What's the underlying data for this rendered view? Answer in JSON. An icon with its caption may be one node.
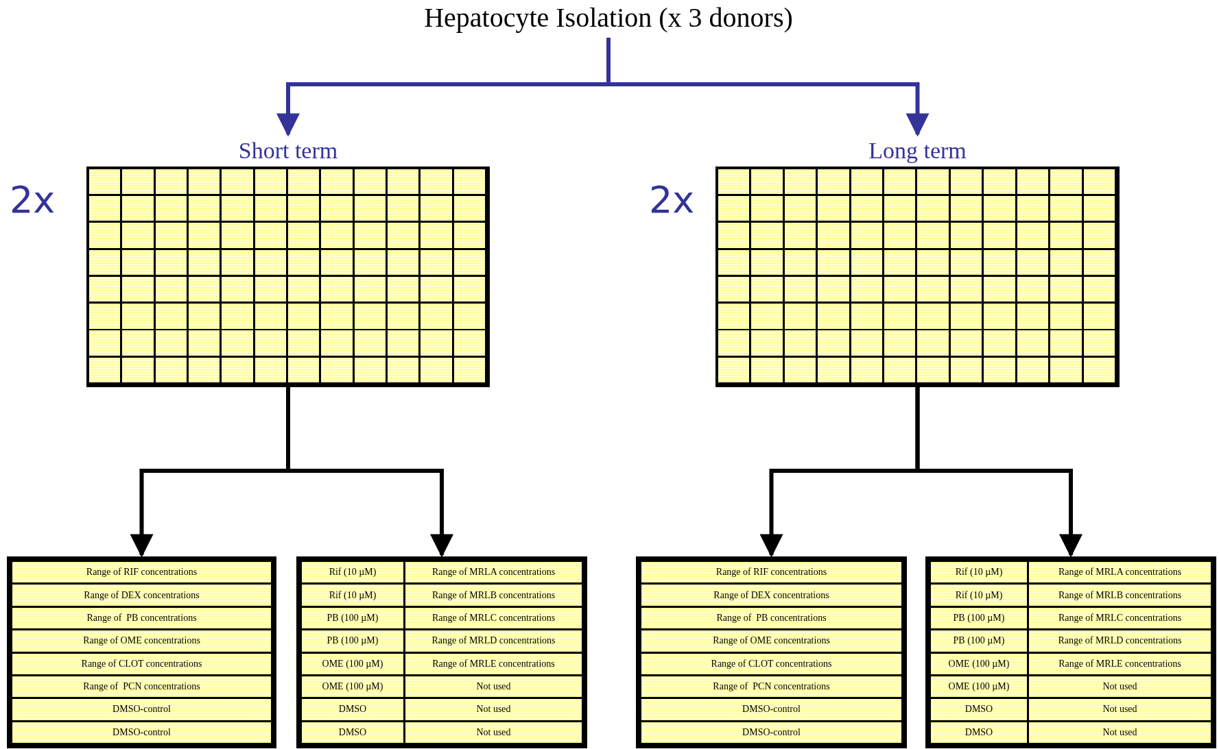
{
  "diagram": {
    "nodes": [
      {
        "text": [
          "Hepatocyte Isolation (x 3 donors)"
        ]
      },
      {
        "text": [
          "Short term"
        ],
        "beside": [
          "2x"
        ]
      },
      {
        "text": [
          "Long term"
        ],
        "beside": [
          "2x"
        ]
      },
      {
        "text": [
          "Range of RIF concentrations",
          "Range of DEX concentrations",
          "Range of  PB concentrations",
          "Range of OME concentrations",
          "Range of CLOT concentrations",
          "Range of  PCN concentrations",
          "DMSO-control",
          "DMSO-control"
        ]
      },
      {
        "text": [
          "Rif (10 µM)",
          "Range of MRLA concentrations",
          "Rif (10 µM)",
          "Range of MRLB concentrations",
          "PB (100 µM)",
          "Range of MRLC concentrations",
          "PB (100 µM)",
          "Range of MRLD concentrations",
          "OME (100 µM)",
          "Range of MRLE concentrations",
          "OME (100 µM)",
          "Not used",
          "DMSO",
          "Not used",
          "DMSO",
          "Not used"
        ]
      },
      {
        "text": [
          "Range of RIF concentrations",
          "Range of DEX concentrations",
          "Range of  PB concentrations",
          "Range of OME concentrations",
          "Range of CLOT concentrations",
          "Range of  PCN concentrations",
          "DMSO-control",
          "DMSO-control"
        ]
      },
      {
        "text": [
          "Rif (10 µM)",
          "Range of MRLA concentrations",
          "Rif (10 µM)",
          "Range of MRLB concentrations",
          "PB (100 µM)",
          "Range of MRLC concentrations",
          "PB (100 µM)",
          "Range of MRLD concentrations",
          "OME (100 µM)",
          "Range of MRLE concentrations",
          "OME (100 µM)",
          "Not used",
          "DMSO",
          "Not used",
          "DMSO",
          "Not used"
        ]
      }
    ],
    "edges": [
      {
        "from": 0,
        "to": 1,
        "arrow": "to",
        "color": "#333399"
      },
      {
        "from": 0,
        "to": 2,
        "arrow": "to",
        "color": "#333399"
      },
      {
        "from": 1,
        "to": 3,
        "arrow": "to"
      },
      {
        "from": 1,
        "to": 4,
        "arrow": "to"
      },
      {
        "from": 2,
        "to": 5,
        "arrow": "to"
      },
      {
        "from": 2,
        "to": 6,
        "arrow": "to"
      }
    ]
  }
}
